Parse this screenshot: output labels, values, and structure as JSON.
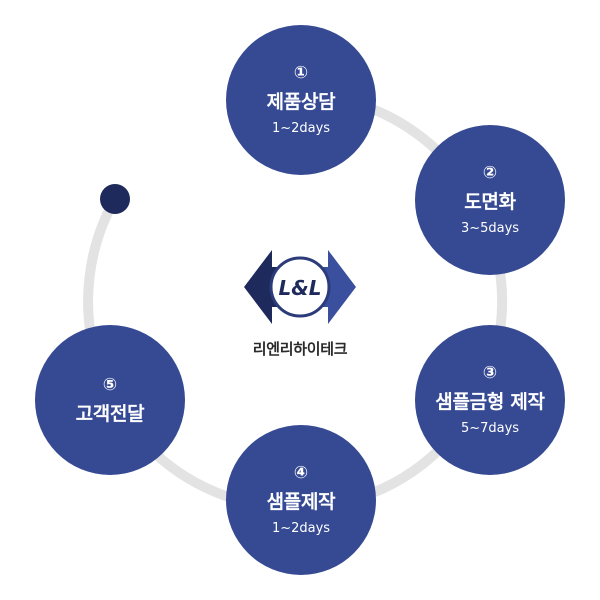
{
  "logo": {
    "text": "L&L",
    "company_name": "리엔리하이테크"
  },
  "steps": [
    {
      "number": "①",
      "title": "제품상담",
      "duration": "1~2days"
    },
    {
      "number": "②",
      "title": "도면화",
      "duration": "3~5days"
    },
    {
      "number": "③",
      "title": "샘플금형 제작",
      "duration": "5~7days"
    },
    {
      "number": "④",
      "title": "샘플제작",
      "duration": "1~2days"
    },
    {
      "number": "⑤",
      "title": "고객전달",
      "duration": ""
    }
  ],
  "colors": {
    "step_fill": "#364a94",
    "track": "#e3e3e3",
    "start_dot": "#1e2a5c",
    "logo_dark": "#1e2a5c",
    "logo_accent": "#3a4f9e"
  }
}
